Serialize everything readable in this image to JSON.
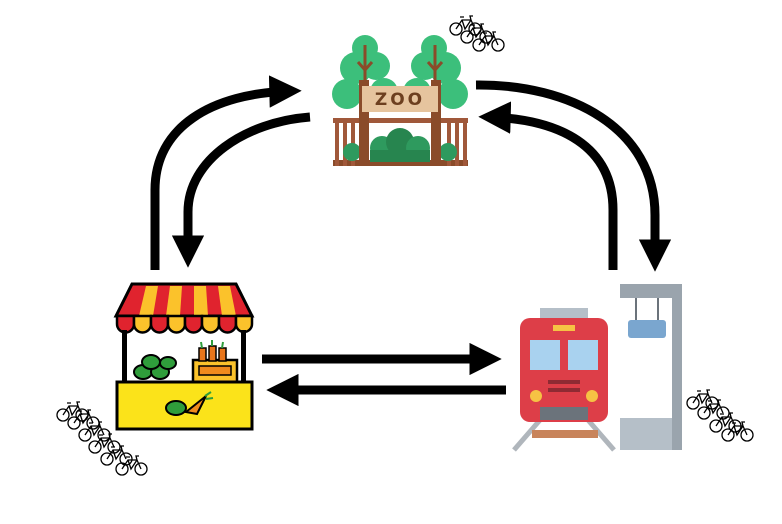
{
  "nodes": {
    "zoo": {
      "icon": "zoo-gate-icon",
      "sign_text": "ZOO",
      "bikes": 3
    },
    "market": {
      "icon": "market-stall-icon",
      "bikes": 6
    },
    "station": {
      "icon": "train-station-icon",
      "bikes": 4
    }
  },
  "edges": [
    {
      "from": "market",
      "to": "zoo"
    },
    {
      "from": "zoo",
      "to": "market"
    },
    {
      "from": "zoo",
      "to": "station"
    },
    {
      "from": "station",
      "to": "zoo"
    },
    {
      "from": "market",
      "to": "station"
    },
    {
      "from": "station",
      "to": "market"
    }
  ],
  "colors": {
    "arrow": "#000000",
    "tree": "#3cbf7b",
    "wood": "#a0583a",
    "sign": "#e6c49e",
    "awning_red": "#e0232e",
    "awning_yellow": "#fbc22b",
    "stall_base": "#fbe31a",
    "train_red": "#dd3e48",
    "platform_grey": "#9aa4ad"
  }
}
